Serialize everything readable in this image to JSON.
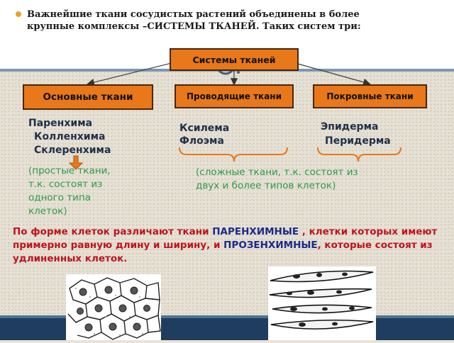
{
  "intro": {
    "line1": "Важнейшие ткани сосудистых растений объединены в более",
    "line2": "крупные комплексы –СИСТЕМЫ ТКАНЕЙ. Таких систем три:"
  },
  "diagram": {
    "root": "Системы тканей",
    "systems": [
      "Основные ткани",
      "Проводящие ткани",
      "Покровные ткани"
    ]
  },
  "basic": {
    "items": [
      "Паренхима",
      "Колленхима",
      "Склеренхима"
    ],
    "note": [
      "(простые ткани,",
      "т.к. состоят из",
      "одного типа",
      "клеток)"
    ]
  },
  "conductive": {
    "items": [
      "Ксилема",
      "Флоэма"
    ]
  },
  "covering": {
    "items": [
      "Эпидерма",
      "Перидерма"
    ]
  },
  "complex_note": [
    "(сложные ткани, т.к. состоят из",
    "двух и более типов клеток)"
  ],
  "paragraph": {
    "p1": "По форме клеток различают ткани ",
    "t1": "ПАРЕНХИМНЫЕ",
    "p2": " , клетки которых имеют примерно равную длину и ширину, и ",
    "t2": "ПРОЗЕНХИМНЫЕ",
    "p3": ", которые состоят из удлиненных клеток."
  },
  "images": [
    "parenchyma-cells-drawing",
    "prosenchyma-cells-drawing"
  ],
  "colors": {
    "box": "#e8781a",
    "note": "#2e9a4a",
    "text_red": "#c1121c",
    "text_blue": "#1c2a8c",
    "footer": "#1f3d5e"
  }
}
